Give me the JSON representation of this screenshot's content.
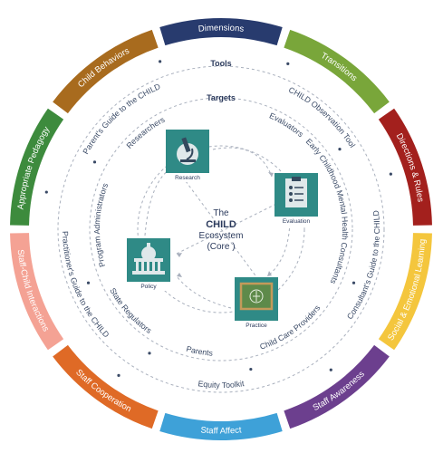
{
  "outer_ring": {
    "segments": [
      {
        "label": "Dimensions",
        "color": "#283b6e"
      },
      {
        "label": "Transitions",
        "color": "#79a63a"
      },
      {
        "label": "Directions & Rules",
        "color": "#a3201d"
      },
      {
        "label": "Social & Emotional Learning",
        "color": "#f4c63d"
      },
      {
        "label": "Staff Awareness",
        "color": "#6c3f8e"
      },
      {
        "label": "Staff Affect",
        "color": "#3ea1d8"
      },
      {
        "label": "Staff Cooperation",
        "color": "#df6a26"
      },
      {
        "label": "Staff-Child Interactions",
        "color": "#f4a294"
      },
      {
        "label": "Appropriate Pedagogy",
        "color": "#3d8b3d"
      },
      {
        "label": "Child Behaviors",
        "color": "#a86b1e"
      }
    ]
  },
  "tools_ring": {
    "heading": "Tools",
    "items": [
      "CHILD Observation Tool",
      "Consultant's Guide to the CHILD",
      "Equity Toolkit",
      "Practitioner's Guide to the CHILD",
      "Parent's Guide to the CHILD"
    ]
  },
  "targets_ring": {
    "heading": "Targets",
    "items": [
      "Evaluators",
      "Early Childhood Mental Health Consultants",
      "Child Care Providers",
      "Parents",
      "State Regulators",
      "Program Administrators",
      "Researchers"
    ]
  },
  "core": {
    "line1": "The",
    "line2": "CHILD",
    "line3": "Ecosystem",
    "line4": "(Core )"
  },
  "nodes": [
    {
      "label": "Research",
      "icon": "microscope-icon"
    },
    {
      "label": "Evaluation",
      "icon": "clipboard-icon"
    },
    {
      "label": "Practice",
      "icon": "chalkboard-icon"
    },
    {
      "label": "Policy",
      "icon": "capitol-icon"
    }
  ],
  "colors": {
    "node_tile": "#2f8a86",
    "text": "#3a4a66",
    "dashed": "#a9b0bd"
  }
}
